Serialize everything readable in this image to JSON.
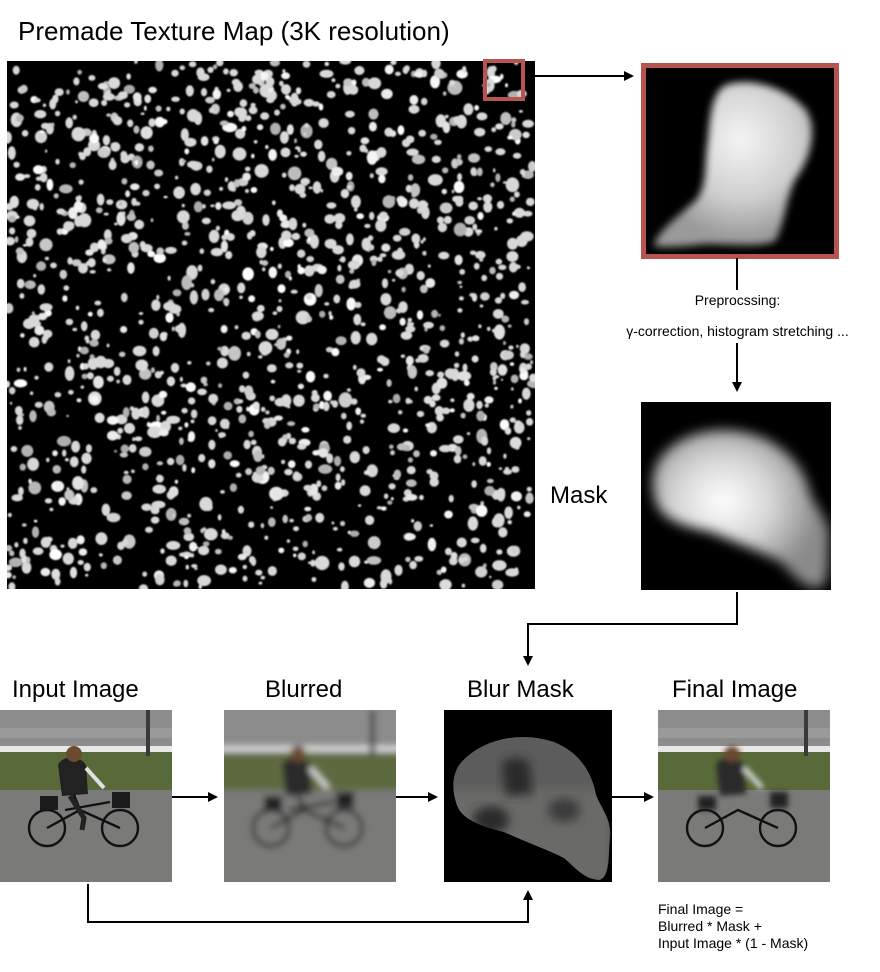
{
  "diagram": {
    "texture_map_title": "Premade Texture Map (3K resolution)",
    "preprocessing_label": "Preprocssing:",
    "preprocessing_detail": "γ-correction, histogram stretching ...",
    "mask_label": "Mask",
    "input_image_label": "Input Image",
    "blurred_label": "Blurred",
    "blur_mask_label": "Blur Mask",
    "final_image_label": "Final Image",
    "formula": {
      "line1": "Final Image =",
      "line2": "Blurred * Mask +",
      "line3": "Input Image * (1 - Mask)"
    }
  },
  "colors": {
    "highlight": "#b85450",
    "arrow": "#000000",
    "texture_background": "#000000",
    "texture_spots": "#d8d8d8"
  }
}
